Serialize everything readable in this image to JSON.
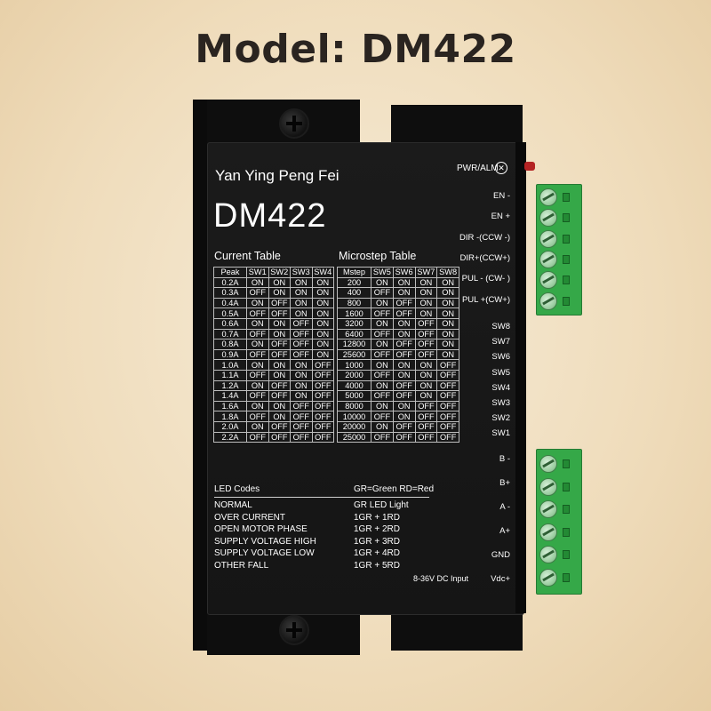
{
  "title": "Model: DM422",
  "device": {
    "brand": "Yan Ying Peng Fei",
    "model": "DM422",
    "pwr_alm": "PWR/ALM",
    "current_table_title": "Current Table",
    "microstep_table_title": "Microstep Table",
    "current_table": {
      "headers": [
        "Peak",
        "SW1",
        "SW2",
        "SW3",
        "SW4"
      ],
      "rows": [
        [
          "0.2A",
          "ON",
          "ON",
          "ON",
          "ON"
        ],
        [
          "0.3A",
          "OFF",
          "ON",
          "ON",
          "ON"
        ],
        [
          "0.4A",
          "ON",
          "OFF",
          "ON",
          "ON"
        ],
        [
          "0.5A",
          "OFF",
          "OFF",
          "ON",
          "ON"
        ],
        [
          "0.6A",
          "ON",
          "ON",
          "OFF",
          "ON"
        ],
        [
          "0.7A",
          "OFF",
          "ON",
          "OFF",
          "ON"
        ],
        [
          "0.8A",
          "ON",
          "OFF",
          "OFF",
          "ON"
        ],
        [
          "0.9A",
          "OFF",
          "OFF",
          "OFF",
          "ON"
        ],
        [
          "1.0A",
          "ON",
          "ON",
          "ON",
          "OFF"
        ],
        [
          "1.1A",
          "OFF",
          "ON",
          "ON",
          "OFF"
        ],
        [
          "1.2A",
          "ON",
          "OFF",
          "ON",
          "OFF"
        ],
        [
          "1.4A",
          "OFF",
          "OFF",
          "ON",
          "OFF"
        ],
        [
          "1.6A",
          "ON",
          "ON",
          "OFF",
          "OFF"
        ],
        [
          "1.8A",
          "OFF",
          "ON",
          "OFF",
          "OFF"
        ],
        [
          "2.0A",
          "ON",
          "OFF",
          "OFF",
          "OFF"
        ],
        [
          "2.2A",
          "OFF",
          "OFF",
          "OFF",
          "OFF"
        ]
      ]
    },
    "microstep_table": {
      "headers": [
        "Mstep",
        "SW5",
        "SW6",
        "SW7",
        "SW8"
      ],
      "rows": [
        [
          "200",
          "ON",
          "ON",
          "ON",
          "ON"
        ],
        [
          "400",
          "OFF",
          "ON",
          "ON",
          "ON"
        ],
        [
          "800",
          "ON",
          "OFF",
          "ON",
          "ON"
        ],
        [
          "1600",
          "OFF",
          "OFF",
          "ON",
          "ON"
        ],
        [
          "3200",
          "ON",
          "ON",
          "OFF",
          "ON"
        ],
        [
          "6400",
          "OFF",
          "ON",
          "OFF",
          "ON"
        ],
        [
          "12800",
          "ON",
          "OFF",
          "OFF",
          "ON"
        ],
        [
          "25600",
          "OFF",
          "OFF",
          "OFF",
          "ON"
        ],
        [
          "1000",
          "ON",
          "ON",
          "ON",
          "OFF"
        ],
        [
          "2000",
          "OFF",
          "ON",
          "ON",
          "OFF"
        ],
        [
          "4000",
          "ON",
          "OFF",
          "ON",
          "OFF"
        ],
        [
          "5000",
          "OFF",
          "OFF",
          "ON",
          "OFF"
        ],
        [
          "8000",
          "ON",
          "ON",
          "OFF",
          "OFF"
        ],
        [
          "10000",
          "OFF",
          "ON",
          "OFF",
          "OFF"
        ],
        [
          "20000",
          "ON",
          "OFF",
          "OFF",
          "OFF"
        ],
        [
          "25000",
          "OFF",
          "OFF",
          "OFF",
          "OFF"
        ]
      ]
    },
    "led_codes": {
      "title": "LED Codes",
      "legend": "GR=Green  RD=Red",
      "rows": [
        {
          "label": "NORMAL",
          "code": "GR LED Light"
        },
        {
          "label": "OVER CURRENT",
          "code": "1GR + 1RD"
        },
        {
          "label": "OPEN MOTOR PHASE",
          "code": "1GR + 2RD"
        },
        {
          "label": "SUPPLY VOLTAGE HIGH",
          "code": "1GR + 3RD"
        },
        {
          "label": "SUPPLY VOLTAGE LOW",
          "code": "1GR + 4RD"
        },
        {
          "label": "OTHER FALL",
          "code": "1GR + 5RD"
        }
      ]
    },
    "dc_input": "8-36V DC Input",
    "signal_terminals": [
      "EN -",
      "EN +",
      "DIR -(CCW -)",
      "DIR+(CCW+)",
      "PUL - (CW- )",
      "PUL +(CW+)"
    ],
    "switch_labels": [
      "SW8",
      "SW7",
      "SW6",
      "SW5",
      "SW4",
      "SW3",
      "SW2",
      "SW1"
    ],
    "power_terminals": [
      "B -",
      "B+",
      "A -",
      "A+",
      "GND",
      "Vdc+"
    ],
    "colors": {
      "terminal_block": "#35a848",
      "panel": "#1a1a1a",
      "alarm_led": "#b42323"
    }
  }
}
